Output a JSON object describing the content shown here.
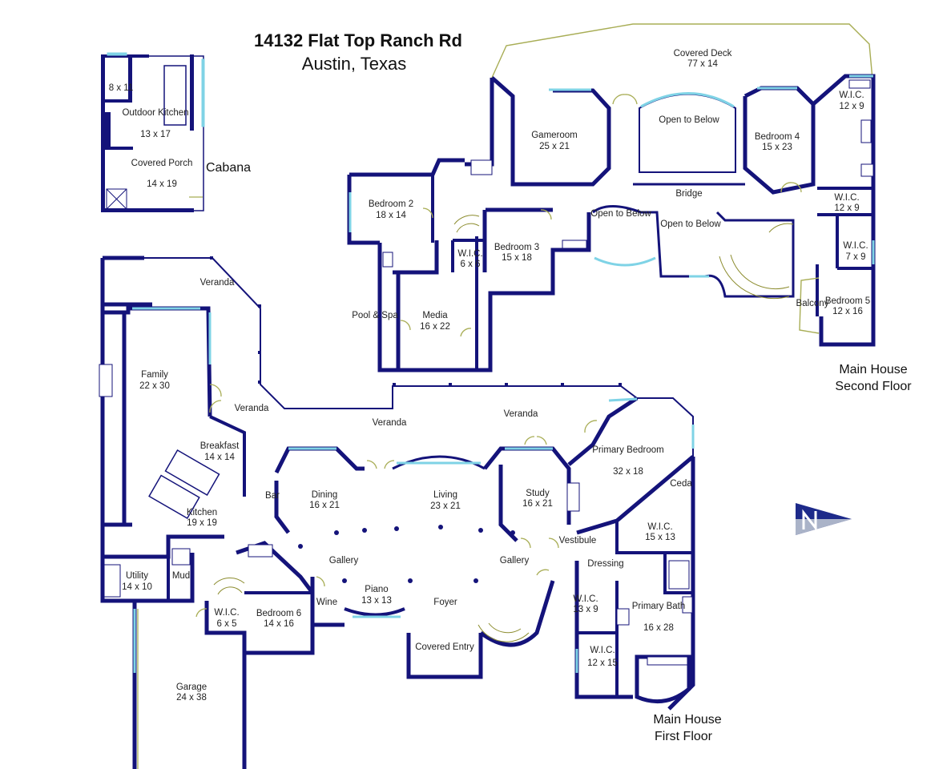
{
  "title": {
    "address": "14132 Flat Top Ranch Rd",
    "city": "Austin, Texas"
  },
  "sections": {
    "cabana": "Cabana",
    "second_floor": [
      "Main House",
      "Second Floor"
    ],
    "first_floor": [
      "Main House",
      "First Floor"
    ]
  },
  "cabana_rooms": [
    {
      "name": "8 x 11",
      "dims": ""
    },
    {
      "name": "Outdoor Kitchen",
      "dims": "13 x 17"
    },
    {
      "name": "Covered Porch",
      "dims": "14 x 19"
    }
  ],
  "second_floor_rooms": [
    {
      "name": "Covered Deck",
      "dims": "77 x 14"
    },
    {
      "name": "Gameroom",
      "dims": "25 x 21"
    },
    {
      "name": "Open to Below",
      "dims": ""
    },
    {
      "name": "Bedroom 4",
      "dims": "15 x 23"
    },
    {
      "name": "W.I.C.",
      "dims": "12 x 9"
    },
    {
      "name": "Bridge",
      "dims": ""
    },
    {
      "name": "W.I.C.",
      "dims": "12 x 9"
    },
    {
      "name": "Bedroom 2",
      "dims": "18 x 14"
    },
    {
      "name": "Open to Below",
      "dims": ""
    },
    {
      "name": "Open to Below",
      "dims": ""
    },
    {
      "name": "W.I.C.",
      "dims": "7 x 9"
    },
    {
      "name": "Bedroom 3",
      "dims": "15 x 18"
    },
    {
      "name": "W.I.C.",
      "dims": "6 x 6"
    },
    {
      "name": "Balcony",
      "dims": ""
    },
    {
      "name": "Bedroom 5",
      "dims": "12 x 16"
    },
    {
      "name": "Pool & Spa",
      "dims": ""
    },
    {
      "name": "Media",
      "dims": "16 x 22"
    }
  ],
  "first_floor_rooms": [
    {
      "name": "Veranda",
      "dims": ""
    },
    {
      "name": "Family",
      "dims": "22 x 30"
    },
    {
      "name": "Veranda",
      "dims": ""
    },
    {
      "name": "Veranda",
      "dims": ""
    },
    {
      "name": "Veranda",
      "dims": ""
    },
    {
      "name": "Breakfast",
      "dims": "14 x 14"
    },
    {
      "name": "Primary Bedroom",
      "dims": "32 x 18"
    },
    {
      "name": "Bar",
      "dims": ""
    },
    {
      "name": "Dining",
      "dims": "16 x 21"
    },
    {
      "name": "Living",
      "dims": "23 x 21"
    },
    {
      "name": "Study",
      "dims": "16 x 21"
    },
    {
      "name": "Ceda",
      "dims": ""
    },
    {
      "name": "Kitchen",
      "dims": "19 x 19"
    },
    {
      "name": "W.I.C.",
      "dims": "15 x 13"
    },
    {
      "name": "Vestibule",
      "dims": ""
    },
    {
      "name": "Gallery",
      "dims": ""
    },
    {
      "name": "Gallery",
      "dims": ""
    },
    {
      "name": "Dressing",
      "dims": ""
    },
    {
      "name": "Utility",
      "dims": "14 x 10"
    },
    {
      "name": "Mud",
      "dims": ""
    },
    {
      "name": "Piano",
      "dims": "13 x 13"
    },
    {
      "name": "Foyer",
      "dims": ""
    },
    {
      "name": "W.I.C.",
      "dims": "13 x 9"
    },
    {
      "name": "Primary Bath",
      "dims": "16 x 28"
    },
    {
      "name": "Wine",
      "dims": ""
    },
    {
      "name": "W.I.C.",
      "dims": "6 x 5"
    },
    {
      "name": "Bedroom 6",
      "dims": "14 x 16"
    },
    {
      "name": "Covered Entry",
      "dims": ""
    },
    {
      "name": "W.I.C.",
      "dims": "12 x 15"
    },
    {
      "name": "Garage",
      "dims": "24 x 38"
    }
  ],
  "colors": {
    "wall": "#14137a",
    "window": "#7fd3e6",
    "door": "#a8ad55",
    "text": "#222222"
  },
  "icons": [
    "north-arrow-icon"
  ]
}
